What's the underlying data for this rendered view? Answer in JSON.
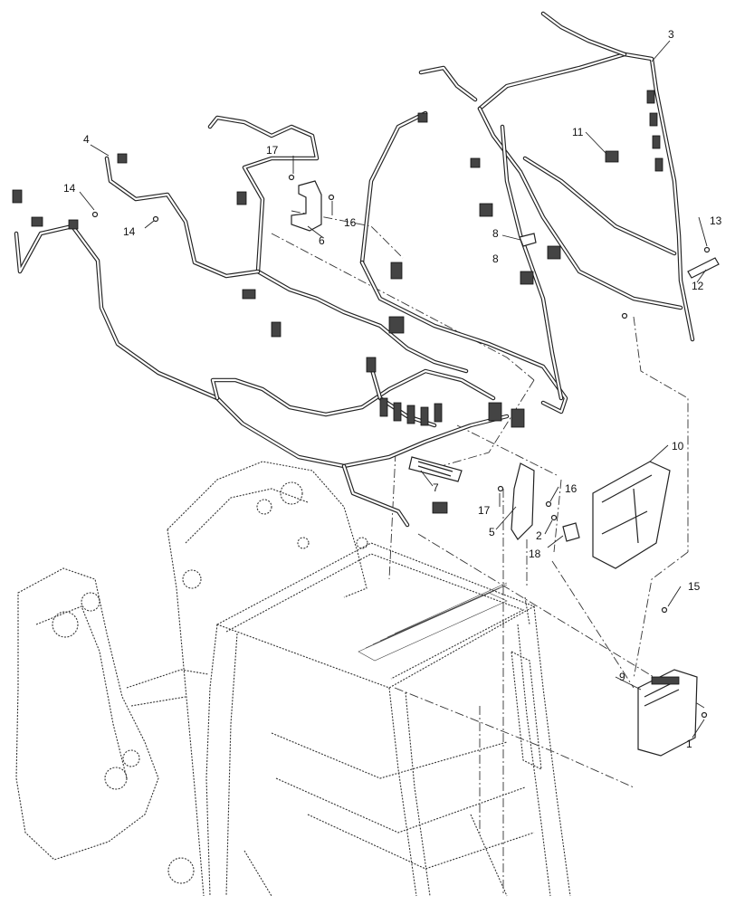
{
  "callouts": [
    {
      "id": "c1",
      "text": "1"
    },
    {
      "id": "c2",
      "text": "2"
    },
    {
      "id": "c3",
      "text": "3"
    },
    {
      "id": "c4",
      "text": "4"
    },
    {
      "id": "c5",
      "text": "5"
    },
    {
      "id": "c6",
      "text": "6"
    },
    {
      "id": "c7",
      "text": "7"
    },
    {
      "id": "c8a",
      "text": "8"
    },
    {
      "id": "c8b",
      "text": "8"
    },
    {
      "id": "c9",
      "text": "9"
    },
    {
      "id": "c10",
      "text": "10"
    },
    {
      "id": "c11",
      "text": "11"
    },
    {
      "id": "c12",
      "text": "12"
    },
    {
      "id": "c13",
      "text": "13"
    },
    {
      "id": "c14a",
      "text": "14"
    },
    {
      "id": "c14b",
      "text": "14"
    },
    {
      "id": "c15",
      "text": "15"
    },
    {
      "id": "c16a",
      "text": "16"
    },
    {
      "id": "c16b",
      "text": "16"
    },
    {
      "id": "c17a",
      "text": "17"
    },
    {
      "id": "c17b",
      "text": "17"
    },
    {
      "id": "c18",
      "text": "18"
    }
  ]
}
